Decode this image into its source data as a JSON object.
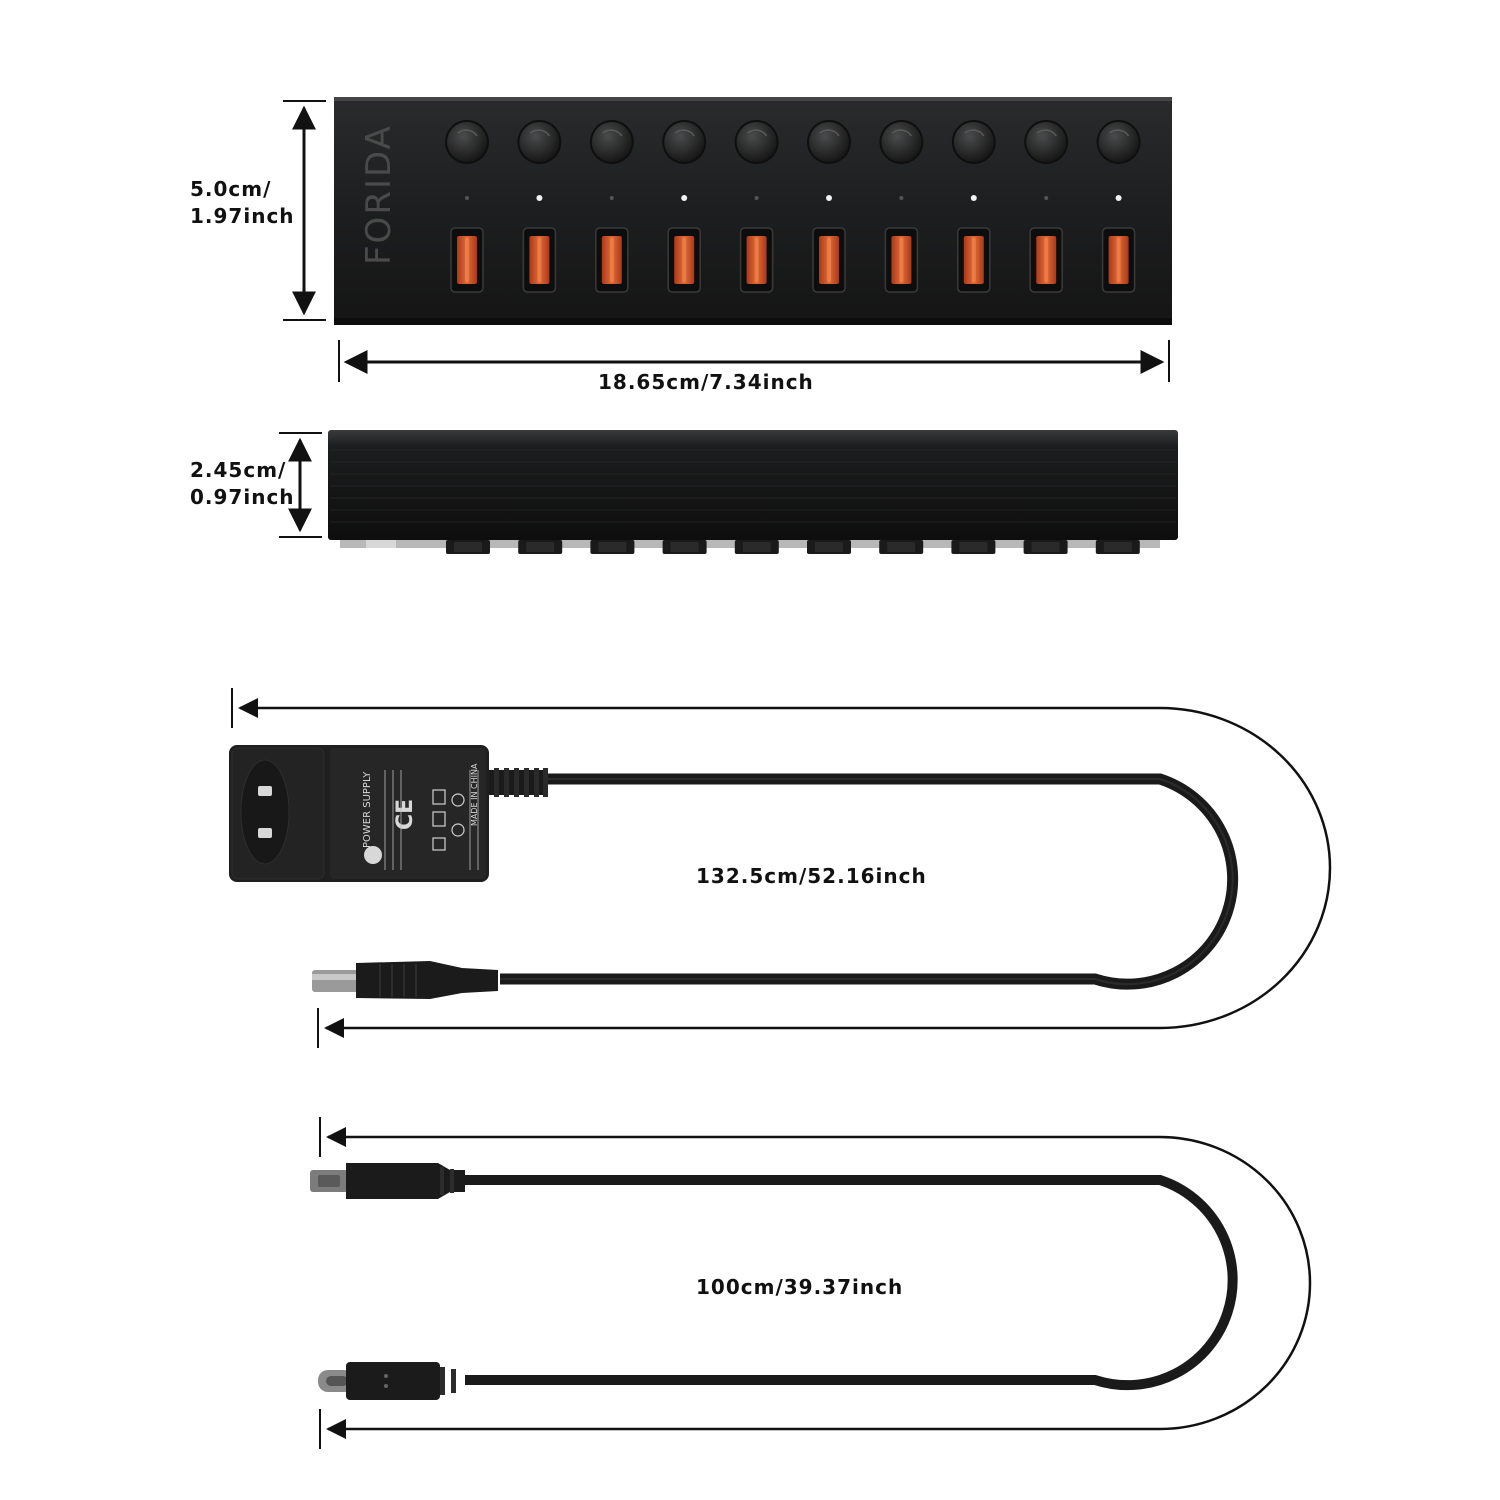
{
  "product": {
    "brand": "FORIDA",
    "port_count": 10
  },
  "dimensions": {
    "height": {
      "cm": "5.0cm/",
      "inch": "1.97inch"
    },
    "width": "18.65cm/7.34inch",
    "depth": {
      "cm": "2.45cm/",
      "inch": "0.97inch"
    }
  },
  "cables": {
    "power_length": "132.5cm/52.16inch",
    "usb_length": "100cm/39.37inch"
  },
  "adapter": {
    "title": "POWER SUPPLY",
    "origin": "MADE IN CHINA"
  },
  "led_pattern": [
    "off",
    "on",
    "off",
    "on",
    "off",
    "on",
    "off",
    "on",
    "off",
    "on"
  ],
  "colors": {
    "body": "#1f2021",
    "port_orange": "#d9582b",
    "led_on": "#f2f2f2",
    "cable": "#1a1a1a",
    "dimension_line": "#111111"
  }
}
